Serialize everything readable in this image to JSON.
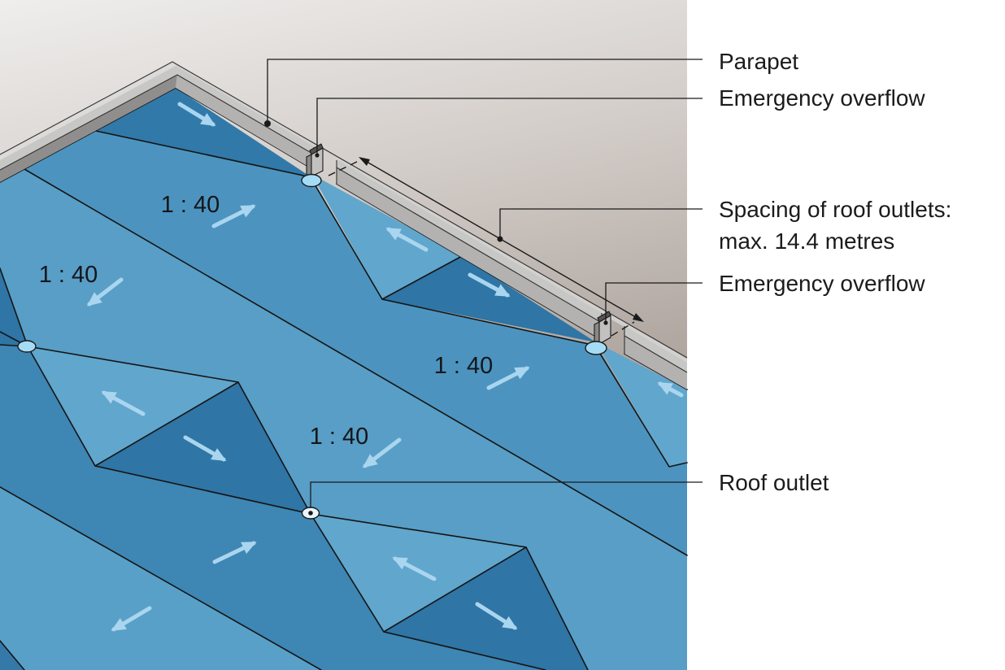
{
  "diagram": {
    "title": "Flat roof drainage axonometric diagram",
    "callouts": {
      "parapet": "Parapet",
      "emergency_overflow_top": "Emergency overflow",
      "spacing_line1": "Spacing of roof outlets:",
      "spacing_line2": "max. 14.4 metres",
      "emergency_overflow_right": "Emergency overflow",
      "roof_outlet": "Roof outlet"
    },
    "slope_labels": [
      {
        "text": "1 : 40"
      },
      {
        "text": "1 : 40"
      },
      {
        "text": "1 : 40"
      },
      {
        "text": "1 : 40"
      }
    ],
    "colors": {
      "roof_light": "#589EC6",
      "roof_light_band": "#58A0C8",
      "roof_medium": "#4C94BF",
      "roof_medium_dark": "#3E86B3",
      "cricket_light": "#61A6CC",
      "cricket_dark": "#2F75A5",
      "corner_cricket": "#3179A9",
      "flow_arrow": "#A9D5EF",
      "parapet_coping": "#C7C7C5",
      "parapet_face_right": "#B3B2B0",
      "parapet_face_left": "#8F8E8C",
      "outlet_fill": "#A6DBF5",
      "background_top": "#EFEEEC",
      "background_bottom": "#9C938D"
    }
  }
}
